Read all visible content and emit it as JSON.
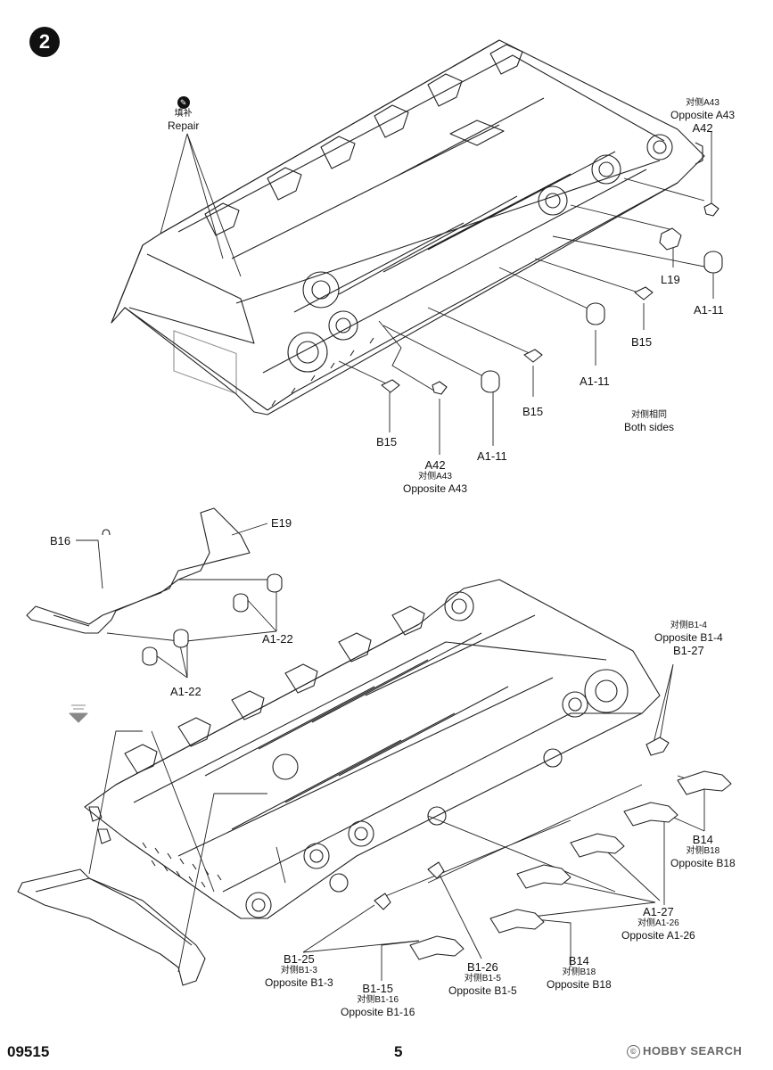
{
  "step": {
    "number": "2"
  },
  "top": {
    "repair": {
      "cn": "填补",
      "en": "Repair"
    },
    "a43_top": {
      "cn": "对侧A43",
      "en": "Opposite A43",
      "part": "A42"
    },
    "l19": "L19",
    "a1_11_right": "A1-11",
    "b15_right": "B15",
    "a1_11_mid": "A1-11",
    "b15_mid": "B15",
    "both_sides": {
      "cn": "对侧相同",
      "en": "Both sides"
    },
    "b15_left": "B15",
    "a42_bottom": {
      "part": "A42",
      "cn": "对侧A43",
      "en": "Opposite A43"
    },
    "a1_11_bottom": "A1-11"
  },
  "bottom": {
    "e19": "E19",
    "b16": "B16",
    "a1_22_upper": "A1-22",
    "a1_22_lower": "A1-22",
    "b1_27": {
      "cn": "对侧B1-4",
      "en": "Opposite B1-4",
      "part": "B1-27"
    },
    "b14_right": {
      "part": "B14",
      "cn": "对侧B18",
      "en": "Opposite B18"
    },
    "a1_27": {
      "part": "A1-27",
      "cn": "对侧A1-26",
      "en": "Opposite A1-26"
    },
    "b1_25": {
      "part": "B1-25",
      "cn": "对侧B1-3",
      "en": "Opposite B1-3"
    },
    "b1_26": {
      "part": "B1-26",
      "cn": "对侧B1-5",
      "en": "Opposite B1-5"
    },
    "b14_bottom": {
      "part": "B14",
      "cn": "对侧B18",
      "en": "Opposite B18"
    },
    "b1_15": {
      "part": "B1-15",
      "cn": "对侧B1-16",
      "en": "Opposite B1-16"
    }
  },
  "footer": {
    "code": "09515",
    "page": "5",
    "watermark": "HOBBY SEARCH",
    "watermark_mark": "©"
  }
}
